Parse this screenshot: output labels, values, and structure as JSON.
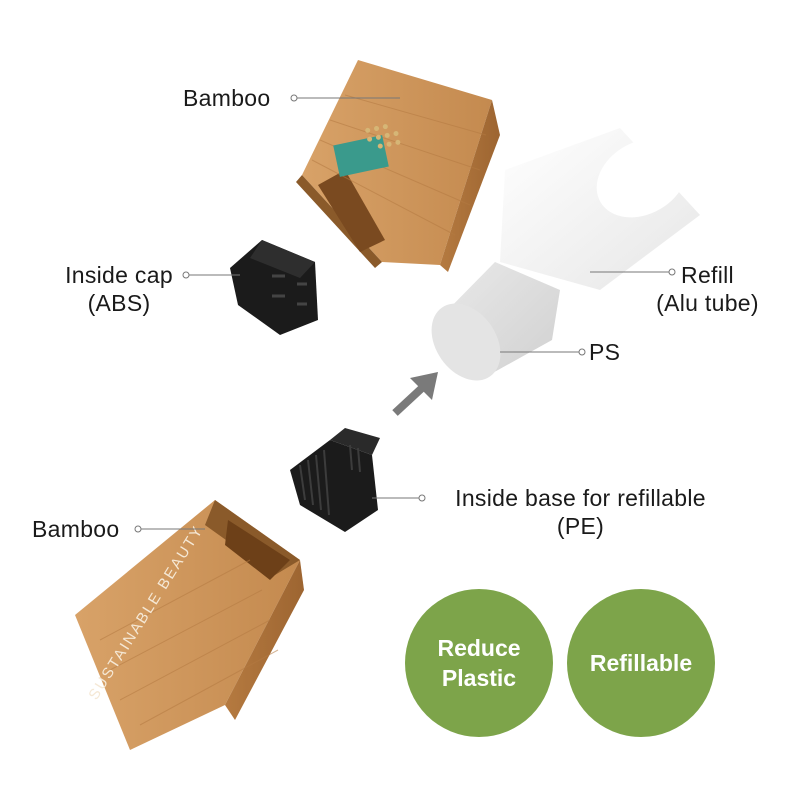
{
  "labels": {
    "bamboo_top": "Bamboo",
    "inside_cap": [
      "Inside cap",
      "(ABS)"
    ],
    "refill": [
      "Refill",
      "(Alu tube)"
    ],
    "ps": "PS",
    "inside_base": [
      "Inside base for refillable",
      "(PE)"
    ],
    "bamboo_bottom": "Bamboo"
  },
  "bamboo_print": "SUSTAINABLE BEAUTY",
  "badges": [
    {
      "lines": [
        "Reduce",
        "Plastic"
      ]
    },
    {
      "lines": [
        "Refillable"
      ]
    }
  ],
  "colors": {
    "badge_green": "#7da44a",
    "bamboo": "#c99155",
    "bamboo_dark": "#a86e38",
    "logo_teal": "#3a9a8c",
    "black_part": "#1b1b1b",
    "refill_white": "#f4f4f4",
    "arrow": "#7a7a7a"
  }
}
